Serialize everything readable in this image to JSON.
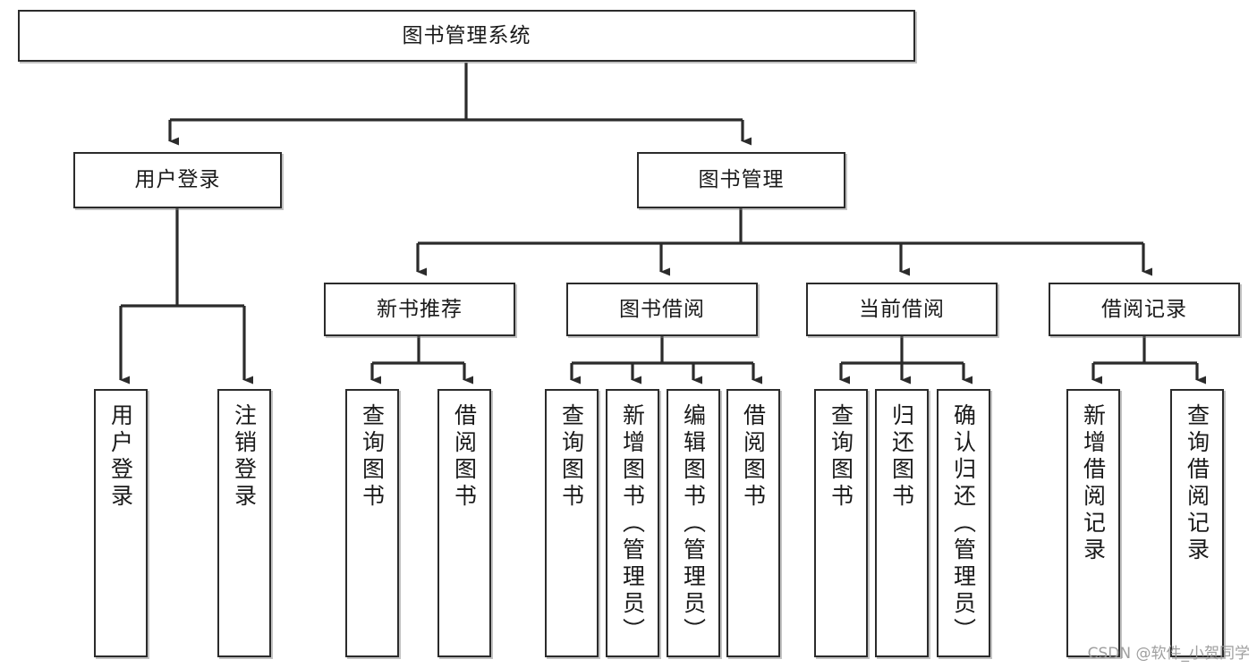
{
  "diagram": {
    "title": "图书管理系统",
    "type": "tree-hierarchy",
    "root": {
      "id": "root",
      "label": "图书管理系统"
    },
    "level2": [
      {
        "id": "user-login",
        "label": "用户登录"
      },
      {
        "id": "book-manage",
        "label": "图书管理"
      }
    ],
    "level3": [
      {
        "id": "new-book-rec",
        "label": "新书推荐",
        "parent": "book-manage"
      },
      {
        "id": "book-borrow",
        "label": "图书借阅",
        "parent": "book-manage"
      },
      {
        "id": "current-borrow",
        "label": "当前借阅",
        "parent": "book-manage"
      },
      {
        "id": "borrow-record",
        "label": "借阅记录",
        "parent": "book-manage"
      }
    ],
    "leaves": {
      "user-login": [
        {
          "id": "leaf-user-login",
          "label": "用户登录"
        },
        {
          "id": "leaf-user-logout",
          "label": "注销登录"
        }
      ],
      "new-book-rec": [
        {
          "id": "leaf-query-book-1",
          "label": "查询图书"
        },
        {
          "id": "leaf-borrow-book-1",
          "label": "借阅图书"
        }
      ],
      "book-borrow": [
        {
          "id": "leaf-query-book-2",
          "label": "查询图书"
        },
        {
          "id": "leaf-add-book",
          "label": "新增图书（管理员）"
        },
        {
          "id": "leaf-edit-book",
          "label": "编辑图书（管理员）"
        },
        {
          "id": "leaf-borrow-book-2",
          "label": "借阅图书"
        }
      ],
      "current-borrow": [
        {
          "id": "leaf-query-book-3",
          "label": "查询图书"
        },
        {
          "id": "leaf-return-book",
          "label": "归还图书"
        },
        {
          "id": "leaf-confirm-return",
          "label": "确认归还（管理员）"
        }
      ],
      "borrow-record": [
        {
          "id": "leaf-add-record",
          "label": "新增借阅记录"
        },
        {
          "id": "leaf-query-record",
          "label": "查询借阅记录"
        }
      ]
    }
  },
  "watermark": {
    "text": "CSDN @软件_小贺同学"
  },
  "colors": {
    "stroke": "#2b2b2b",
    "fill": "#ffffff",
    "text": "#1a1a1a",
    "watermark": "#9a9a9a"
  }
}
